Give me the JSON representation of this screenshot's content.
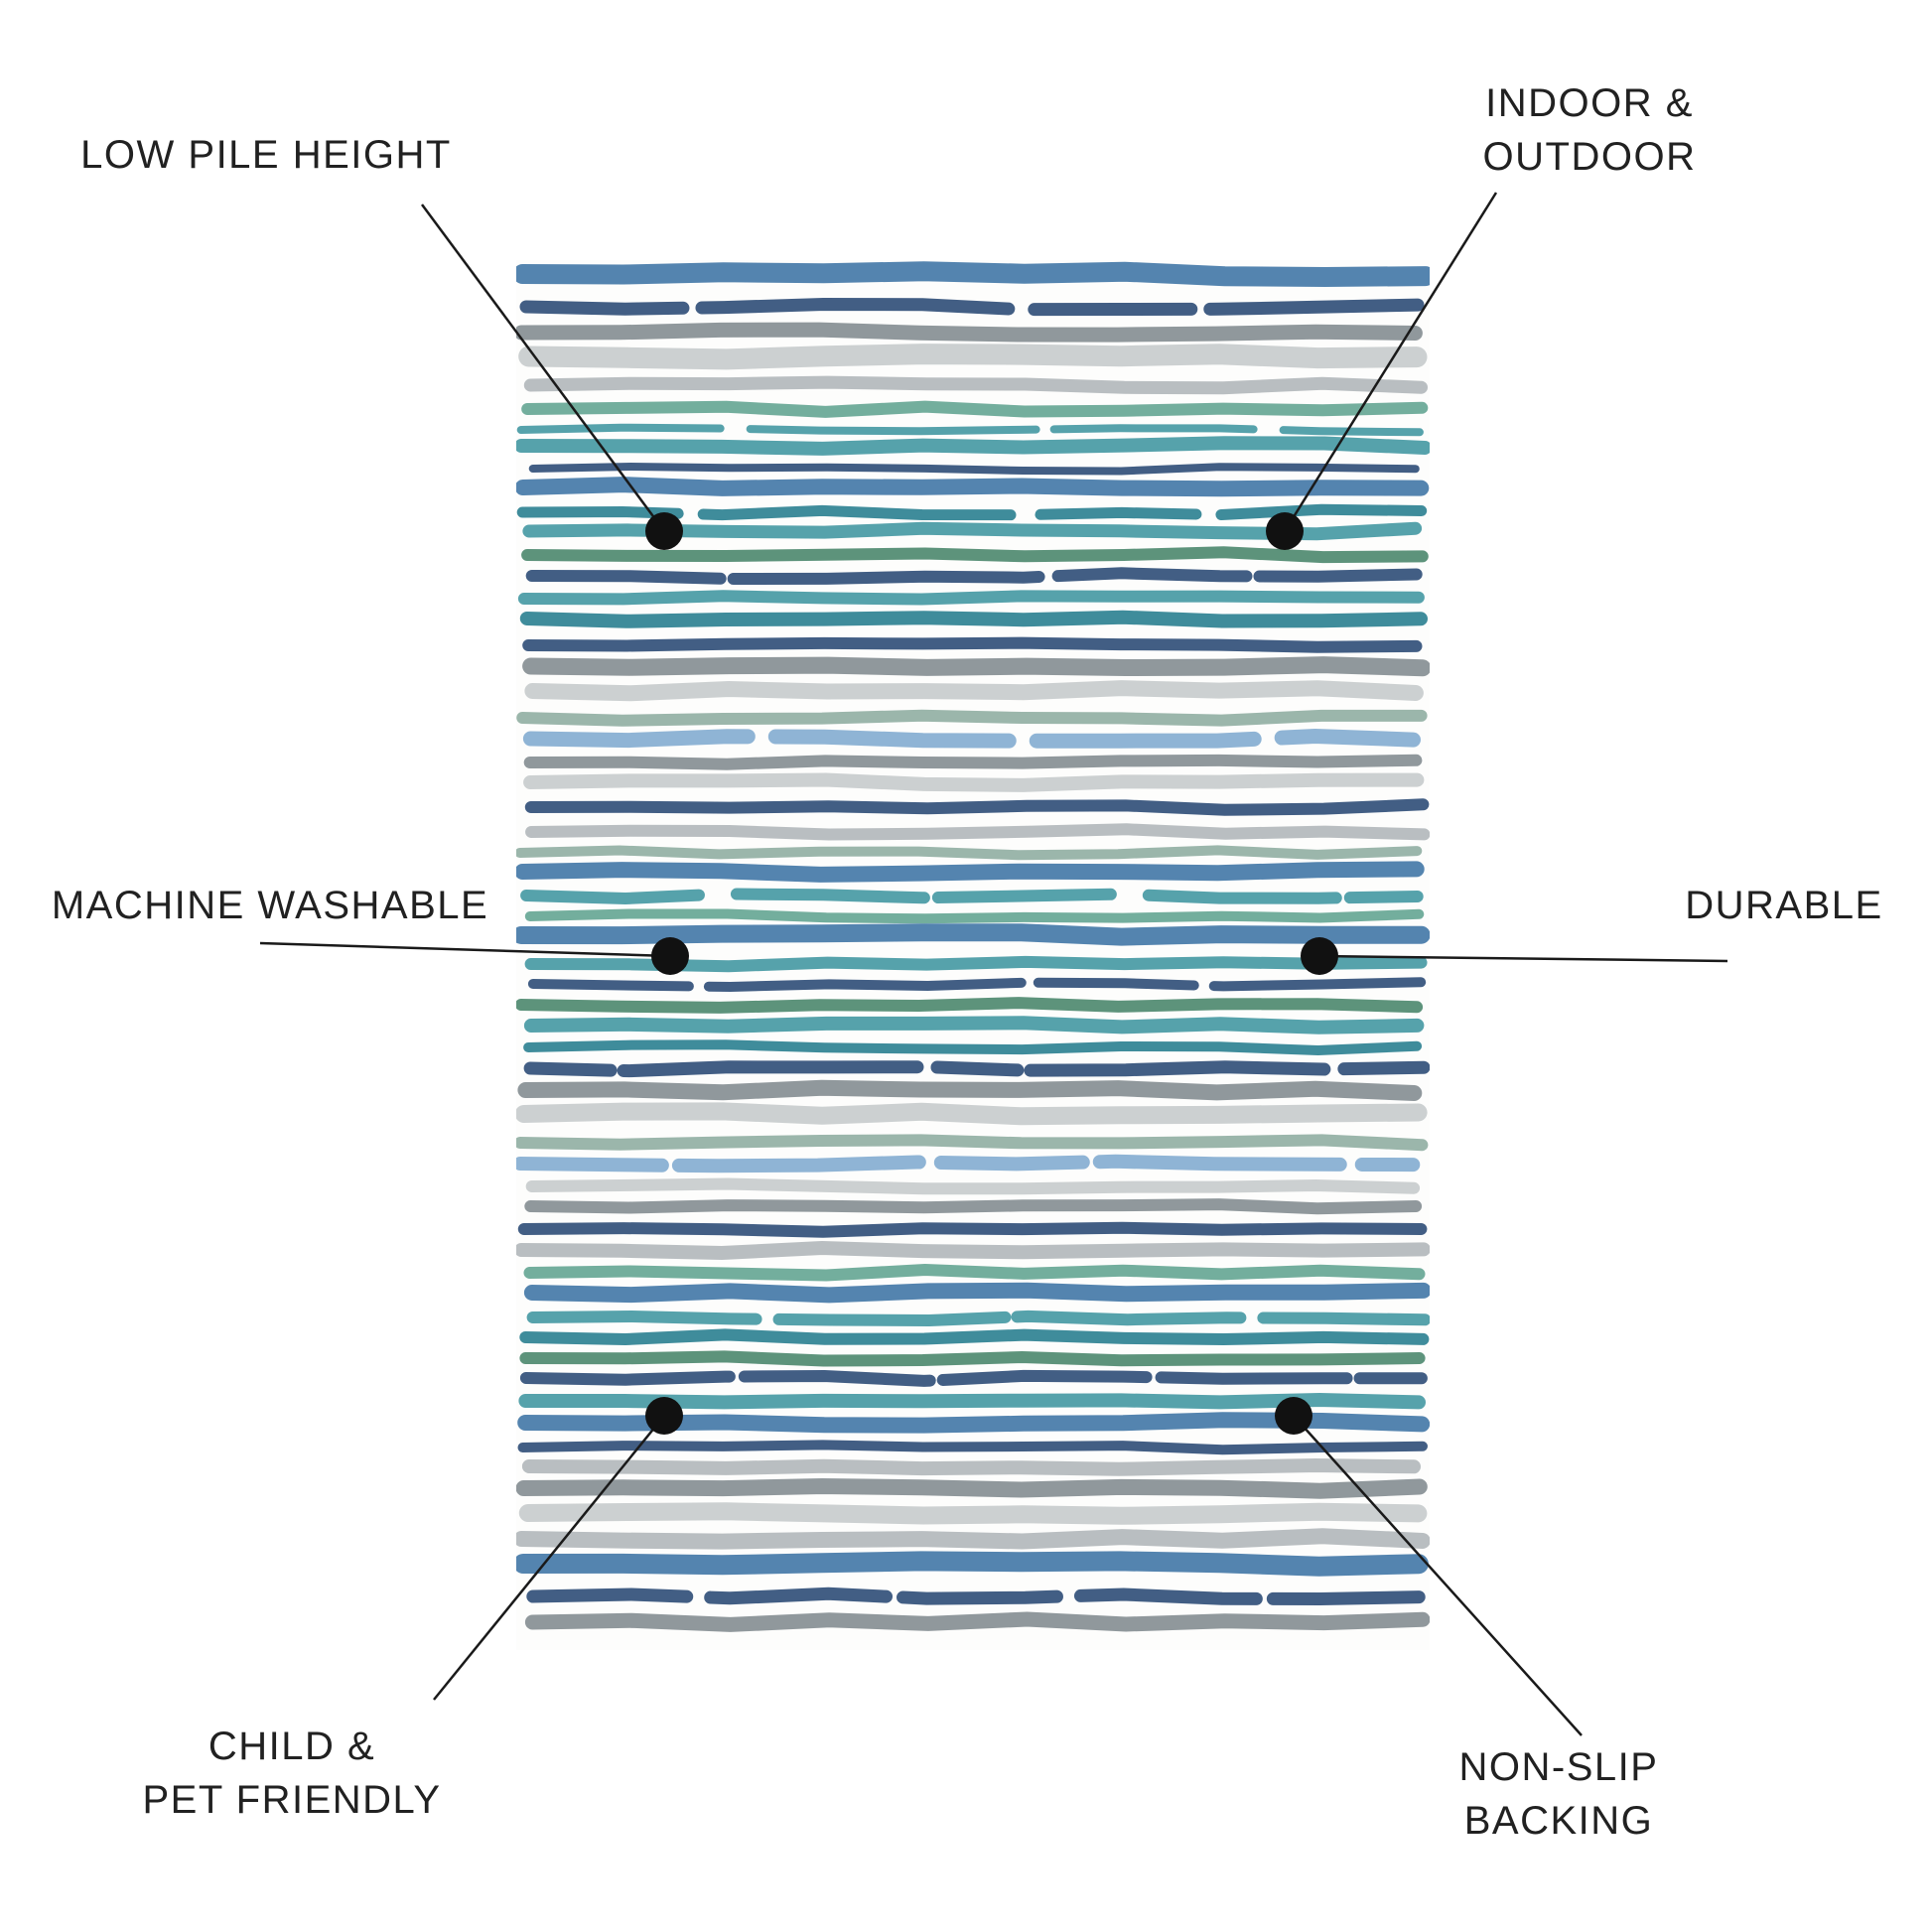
{
  "infographic": {
    "background_color": "#ffffff",
    "line_color": "#1a1a1a",
    "dot_color": "#111111",
    "text_color": "#212121",
    "callouts": [
      {
        "id": "low-pile-height",
        "label": "LOW PILE HEIGHT"
      },
      {
        "id": "indoor-outdoor",
        "label": "INDOOR & OUTDOOR"
      },
      {
        "id": "machine-washable",
        "label": "MACHINE WASHABLE"
      },
      {
        "id": "durable",
        "label": "DURABLE"
      },
      {
        "id": "child-pet-friendly",
        "label": "CHILD &\nPET FRIENDLY"
      },
      {
        "id": "non-slip-backing",
        "label": "NON-SLIP BACKING"
      }
    ]
  },
  "rug": {
    "description": "striped-watercolor-rug",
    "palette": {
      "navy": "#32507a",
      "blue": "#4579a8",
      "lightblue": "#85aed1",
      "teal": "#489aa4",
      "dteal": "#2f8292",
      "seafoam": "#67a795",
      "green": "#4f8a70",
      "sage": "#93b0a4",
      "gray": "#878f94",
      "silver": "#c8cccd",
      "lgray": "#b3b9bc"
    },
    "stripes": [
      [
        "blue",
        20,
        13,
        0
      ],
      [
        "navy",
        13,
        13,
        1
      ],
      [
        "gray",
        15,
        9,
        0
      ],
      [
        "silver",
        21,
        8,
        0
      ],
      [
        "lgray",
        13,
        11,
        0
      ],
      [
        "seafoam",
        12,
        9,
        0
      ],
      [
        "teal",
        8,
        8,
        1
      ],
      [
        "teal",
        14,
        9,
        0
      ],
      [
        "navy",
        8,
        11,
        0
      ],
      [
        "blue",
        16,
        9,
        0
      ],
      [
        "dteal",
        11,
        8,
        1
      ],
      [
        "teal",
        13,
        11,
        0
      ],
      [
        "green",
        12,
        9,
        0
      ],
      [
        "navy",
        12,
        11,
        1
      ],
      [
        "teal",
        12,
        8,
        0
      ],
      [
        "dteal",
        14,
        13,
        0
      ],
      [
        "navy",
        12,
        9,
        0
      ],
      [
        "gray",
        17,
        8,
        0
      ],
      [
        "silver",
        16,
        11,
        0
      ],
      [
        "sage",
        12,
        9,
        0
      ],
      [
        "lightblue",
        15,
        9,
        1
      ],
      [
        "gray",
        12,
        8,
        0
      ],
      [
        "silver",
        14,
        11,
        0
      ],
      [
        "navy",
        12,
        13,
        0
      ],
      [
        "lgray",
        12,
        9,
        0
      ],
      [
        "sage",
        10,
        9,
        0
      ],
      [
        "blue",
        16,
        8,
        0
      ],
      [
        "teal",
        12,
        9,
        1
      ],
      [
        "seafoam",
        10,
        9,
        0
      ],
      [
        "blue",
        18,
        11,
        0
      ],
      [
        "teal",
        12,
        8,
        0
      ],
      [
        "navy",
        10,
        11,
        1
      ],
      [
        "green",
        12,
        9,
        0
      ],
      [
        "teal",
        14,
        8,
        0
      ],
      [
        "dteal",
        10,
        11,
        0
      ],
      [
        "navy",
        13,
        9,
        1
      ],
      [
        "gray",
        16,
        8,
        0
      ],
      [
        "silver",
        18,
        11,
        0
      ],
      [
        "sage",
        12,
        9,
        0
      ],
      [
        "lightblue",
        14,
        9,
        1
      ],
      [
        "silver",
        12,
        8,
        0
      ],
      [
        "gray",
        12,
        11,
        0
      ],
      [
        "navy",
        12,
        9,
        0
      ],
      [
        "lgray",
        14,
        9,
        0
      ],
      [
        "seafoam",
        12,
        8,
        0
      ],
      [
        "blue",
        16,
        9,
        0
      ],
      [
        "teal",
        12,
        8,
        1
      ],
      [
        "dteal",
        12,
        9,
        0
      ],
      [
        "green",
        12,
        8,
        0
      ],
      [
        "navy",
        12,
        11,
        1
      ],
      [
        "teal",
        14,
        8,
        0
      ],
      [
        "blue",
        16,
        9,
        0
      ],
      [
        "navy",
        10,
        9,
        0
      ],
      [
        "lgray",
        14,
        8,
        0
      ],
      [
        "gray",
        16,
        9,
        0
      ],
      [
        "silver",
        18,
        8,
        0
      ],
      [
        "lgray",
        16,
        9,
        0
      ]
    ]
  }
}
